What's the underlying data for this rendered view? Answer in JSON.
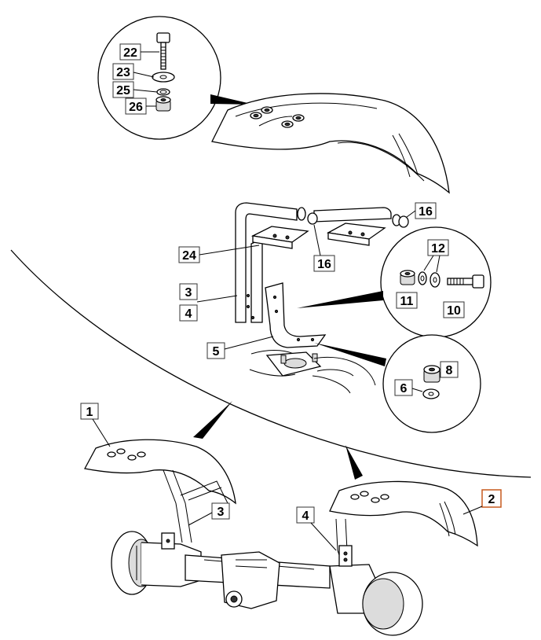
{
  "colors": {
    "highlight_fill": "#f5a46a",
    "highlight_border": "#c75a1f",
    "line": "#000000"
  },
  "callouts": {
    "c1": "1",
    "c2": "2",
    "c3_top": "3",
    "c3_bottom": "3",
    "c4_top": "4",
    "c4_bottom": "4",
    "c5": "5",
    "c6": "6",
    "c8": "8",
    "c10": "10",
    "c11": "11",
    "c12": "12",
    "c16_a": "16",
    "c16_b": "16",
    "c22": "22",
    "c23": "23",
    "c24": "24",
    "c25": "25",
    "c26": "26"
  },
  "highlighted_callout": "2"
}
